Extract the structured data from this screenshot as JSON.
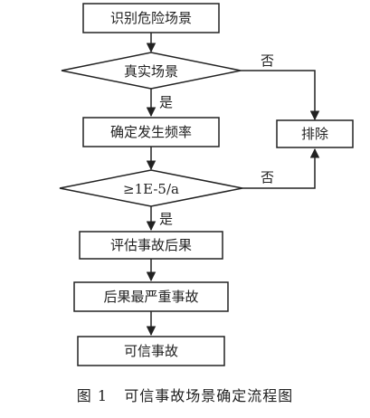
{
  "nodes": {
    "identify": "识别危险场景",
    "real_scene": "真实场景",
    "determine_frequency": "确定发生频率",
    "threshold": "≥1E-5/a",
    "evaluate": "评估事故后果",
    "most_severe": "后果最严重事故",
    "credible": "可信事故",
    "exclude": "排除"
  },
  "labels": {
    "yes1": "是",
    "no1": "否",
    "yes2": "是",
    "no2": "否"
  },
  "caption": "图 1   可信事故场景确定流程图"
}
